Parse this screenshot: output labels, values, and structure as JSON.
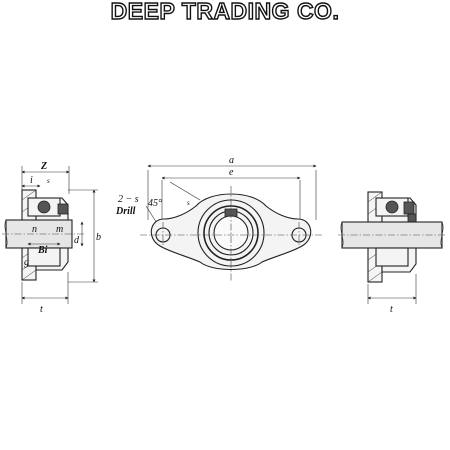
{
  "header": {
    "company_name": "DEEP TRADING CO."
  },
  "side_view_left": {
    "labels": {
      "z": "Z",
      "i": "i",
      "s": "s",
      "n": "n",
      "m": "m",
      "bi": "Bi",
      "d": "d",
      "b": "b",
      "g": "g",
      "t": "t"
    }
  },
  "front_view": {
    "labels": {
      "a": "a",
      "e": "e",
      "drill": "2 − s",
      "drill_word": "Drill",
      "angle": "45°",
      "s1": "s"
    }
  },
  "side_view_right": {
    "labels": {
      "t": "t"
    }
  }
}
